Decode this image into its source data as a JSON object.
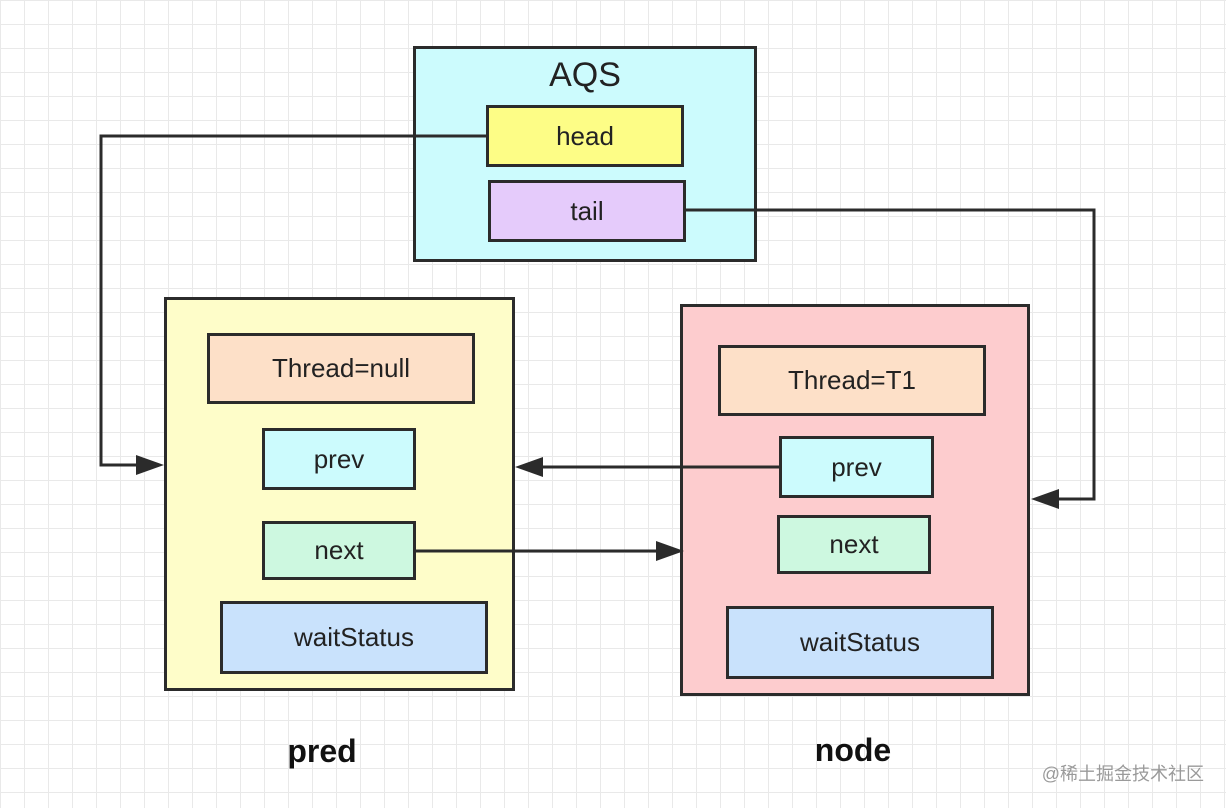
{
  "aqs": {
    "title": "AQS",
    "head": "head",
    "tail": "tail"
  },
  "pred": {
    "caption": "pred",
    "thread": "Thread=null",
    "prev": "prev",
    "next": "next",
    "wait_status": "waitStatus"
  },
  "node": {
    "caption": "node",
    "thread": "Thread=T1",
    "prev": "prev",
    "next": "next",
    "wait_status": "waitStatus"
  },
  "watermark": "@稀土掘金技术社区",
  "colors": {
    "aqs_bg": "#ccfbfd",
    "head_bg": "#fdfd86",
    "tail_bg": "#e5cbfb",
    "pred_bg": "#fefdc9",
    "node_bg": "#fdccce",
    "thread_bg": "#fde0c8",
    "prev_bg": "#ccfbfd",
    "next_bg": "#cdf8e0",
    "wait_bg": "#c9e2fc",
    "line": "#2b2b2b"
  }
}
